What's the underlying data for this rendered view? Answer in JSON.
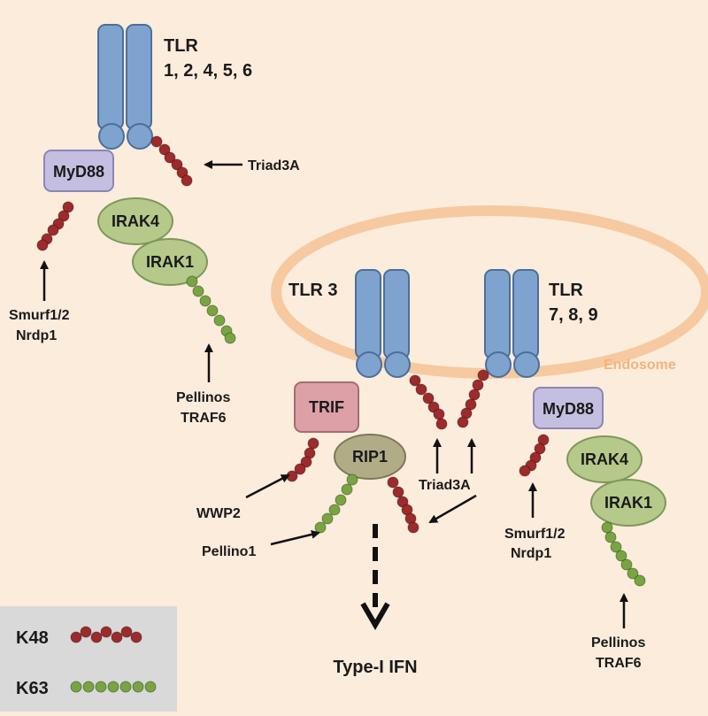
{
  "colors": {
    "background": "#fcecdc",
    "membrane": "#f6c9a0",
    "receptor_fill": "#7ea3cf",
    "receptor_stroke": "#4c6f99",
    "myd88_fill": "#c4bfe0",
    "irak_fill": "#b5c98a",
    "trif_fill": "#dda0a6",
    "rip1_fill": "#b0ad86",
    "k48_bead": "#9e2a2b",
    "k63_bead": "#77a640",
    "endosome_label": "#f0b47d",
    "legend_bg": "#d9d9d9"
  },
  "tlr_surface": {
    "name": "TLR",
    "numbers": "1, 2, 4, 5, 6"
  },
  "tlr3": {
    "name": "TLR 3"
  },
  "tlr789": {
    "name": "TLR",
    "numbers": "7, 8, 9"
  },
  "endosome_label": "Endosome",
  "proteins": {
    "myd88_top": "MyD88",
    "irak4_top": "IRAK4",
    "irak1_top": "IRAK1",
    "trif": "TRIF",
    "rip1": "RIP1",
    "myd88_right": "MyD88",
    "irak4_right": "IRAK4",
    "irak1_right": "IRAK1"
  },
  "regulators": {
    "triad3a_top": "Triad3A",
    "smurf_top_line1": "Smurf1/2",
    "smurf_top_line2": "Nrdp1",
    "pellinos_top_line1": "Pellinos",
    "pellinos_top_line2": "TRAF6",
    "wwp2": "WWP2",
    "pellino1": "Pellino1",
    "triad3a_mid": "Triad3A",
    "smurf_right_line1": "Smurf1/2",
    "smurf_right_line2": "Nrdp1",
    "pellinos_right_line1": "Pellinos",
    "pellinos_right_line2": "TRAF6"
  },
  "output_label": "Type-I IFN",
  "legend": {
    "k48": "K48",
    "k63": "K63"
  }
}
